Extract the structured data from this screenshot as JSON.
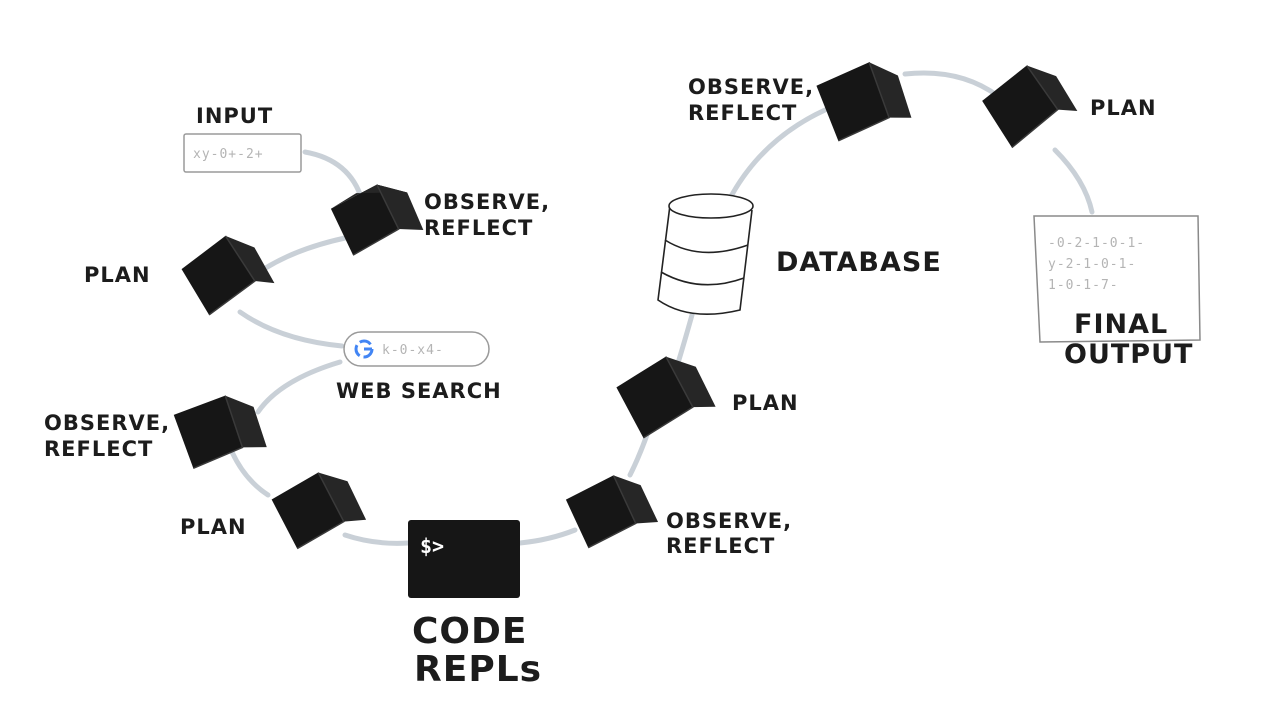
{
  "labels": {
    "input": "INPUT",
    "observe_reflect": [
      "OBSERVE,",
      "REFLECT"
    ],
    "plan": "PLAN",
    "web_search": "WEB SEARCH",
    "code_repls": [
      "CODE",
      "REPLs"
    ],
    "database": "DATABASE",
    "final_output": [
      "FINAL",
      "OUTPUT"
    ]
  },
  "terminal_prompt": "$>",
  "colors": {
    "cube": "#161616",
    "connector": "#c9d0d7",
    "text": "#1c1c1c"
  }
}
